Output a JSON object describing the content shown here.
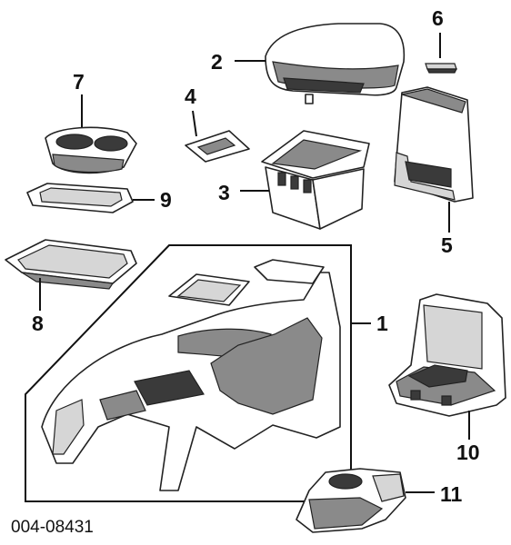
{
  "diagram": {
    "callouts": {
      "c1": "1",
      "c2": "2",
      "c3": "3",
      "c4": "4",
      "c5": "5",
      "c6": "6",
      "c7": "7",
      "c8": "8",
      "c9": "9",
      "c10": "10",
      "c11": "11"
    },
    "part_number": "004-08431"
  }
}
